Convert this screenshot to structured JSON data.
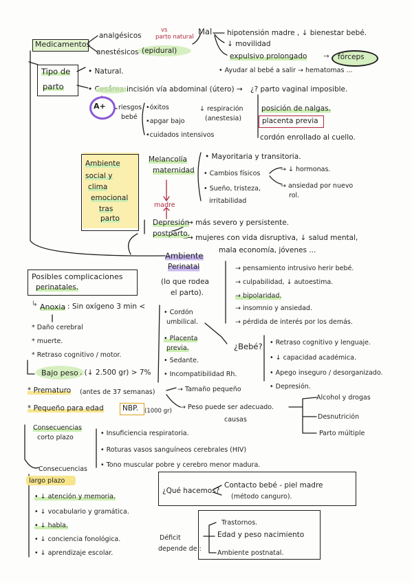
{
  "top": {
    "medicamentos": "Medicamentos",
    "analgesicos": "analgésicos",
    "anestesicos": "anestésicos",
    "epidural": "(epidural)",
    "vs": "vs",
    "parto_natural": "parto natural",
    "mal": "Mal",
    "hipotension": "hipotensión madre , ↓ bienestar bebé.",
    "movilidad": "↓ movilidad",
    "expulsivo": "expulsivo prolongado",
    "forceps": "fórceps",
    "ayudar": "• Ayudar al bebé a salir → hematomas ..."
  },
  "tipo_parto": {
    "label_1": "Tipo de",
    "label_2": "parto",
    "natural": "• Natural.",
    "cesarea": "• Cesárea:",
    "incision": "incisión vía abdominal (útero) →",
    "parto_vaginal": "¿? parto vaginal imposible.",
    "posicion": "posición de nalgas.",
    "placenta_previa": "placenta previa",
    "cordon": "cordón enrollado al cuello.",
    "a_plus": "A+",
    "riesgos_1": "riesgos",
    "riesgos_2": "bebé",
    "r1": "•óxitos",
    "r2": "•apgar bajo",
    "r3": "•cuidados intensivos",
    "resp_1": "↓ respiración",
    "resp_2": "(anestesia)"
  },
  "ambiente_social": {
    "label_1": "Ambiente",
    "label_2": "social y",
    "label_3": "clima",
    "label_4": "emocional",
    "label_5": "tras",
    "label_6": "parto",
    "melancolia_1": "Melancolía",
    "melancolia_2": "maternidad",
    "madre": "madre",
    "mayoritario": "• Mayoritaria y transitoria.",
    "cambios": "• Cambios físicos",
    "hormonas": "→ ↓ hormonas.",
    "ansiedad_1": "→ ansiedad por nuevo",
    "ansiedad_2": "rol.",
    "sueno_1": "• Sueño, tristeza,",
    "sueno_2": "irritabilidad",
    "depresion_1": "Depresión",
    "depresion_2": "postparto.",
    "mas_severo": "→ más severo y persistente.",
    "mujeres": "→ mujeres con vida disruptiva, ↓ salud mental,",
    "mala_economia": "mala economía, jóvenes ..."
  },
  "ambiente_perinatal": {
    "label_1": "Ambiente",
    "label_2": "Perinatal",
    "desc_1": "(lo que rodea",
    "desc_2": "el parto).",
    "p1": "→ pensamiento intrusivo herir bebé.",
    "p2": "→ culpabilidad, ↓ autoestima.",
    "p3": "→ bipolaridad.",
    "p4": "→ insomnio y ansiedad.",
    "p5": "→ pérdida de interés por los demás.",
    "bebe": "¿Bebé?",
    "b1": "• Retraso cognitivo y lenguaje.",
    "b2": "• ↓ capacidad académica.",
    "b3": "• Apego inseguro / desorganizado.",
    "b4": "• Depresión."
  },
  "complicaciones": {
    "label_1": "Posibles complicaciones",
    "label_2": "perinatales.",
    "anoxia": "Anoxia",
    "anoxia_desc": ": Sin oxígeno 3 min <",
    "c1_1": "• Cordón",
    "c1_2": "umbilical.",
    "c2_1": "• Placenta",
    "c2_2": "previa.",
    "c3": "• Sedante.",
    "c4": "• Incompatibilidad Rh.",
    "dano": "* Daño cerebral",
    "muerte": "* muerte.",
    "retraso": "* Retraso cognitivo / motor.",
    "bajo_peso": "Bajo peso",
    "bajo_peso_desc": ". (↓ 2.500 gr) > 7%",
    "prematuro": "* Prematuro",
    "prematuro_desc": "(antes de 37 semanas)",
    "tamano": "→ Tamaño pequeño",
    "peso_puede": "→ Peso puede ser adecuado.",
    "causas": "causas",
    "pequeno": "* Pequeño para edad",
    "nbp": "NBP.",
    "nbp_peso": "(1000 gr)",
    "alcohol": "Alcohol y drogas",
    "desnutricion": "Desnutrición",
    "multiple": "Parto múltiple"
  },
  "consecuencias": {
    "corto_1": "Consecuencias",
    "corto_2": "corto plazo",
    "k1": "• Insuficiencia respiratoria.",
    "k2": "• Roturas vasos sanguíneos cerebrales (HIV)",
    "k3": "• Tono muscular pobre y cerebro menor madura.",
    "largo_1": "Consecuencias",
    "largo_2": "largo plazo",
    "l1": "• ↓ atención y memoria.",
    "l2": "• ↓ vocabulario y gramática.",
    "l3": "• ↓ habla.",
    "l4": "• ↓ conciencia fonológica.",
    "l5": "• ↓ aprendizaje escolar."
  },
  "acciones": {
    "que_hacemos": "¿Qué hacemos?",
    "contacto_1": "Contacto bebé - piel madre",
    "contacto_2": "(método canguro).",
    "deficit_1": "Déficit",
    "deficit_2": "depende de :",
    "d1": "Trastornos.",
    "d2": "Edad y peso nacimiento",
    "d3": "Ambiente postnatal."
  }
}
